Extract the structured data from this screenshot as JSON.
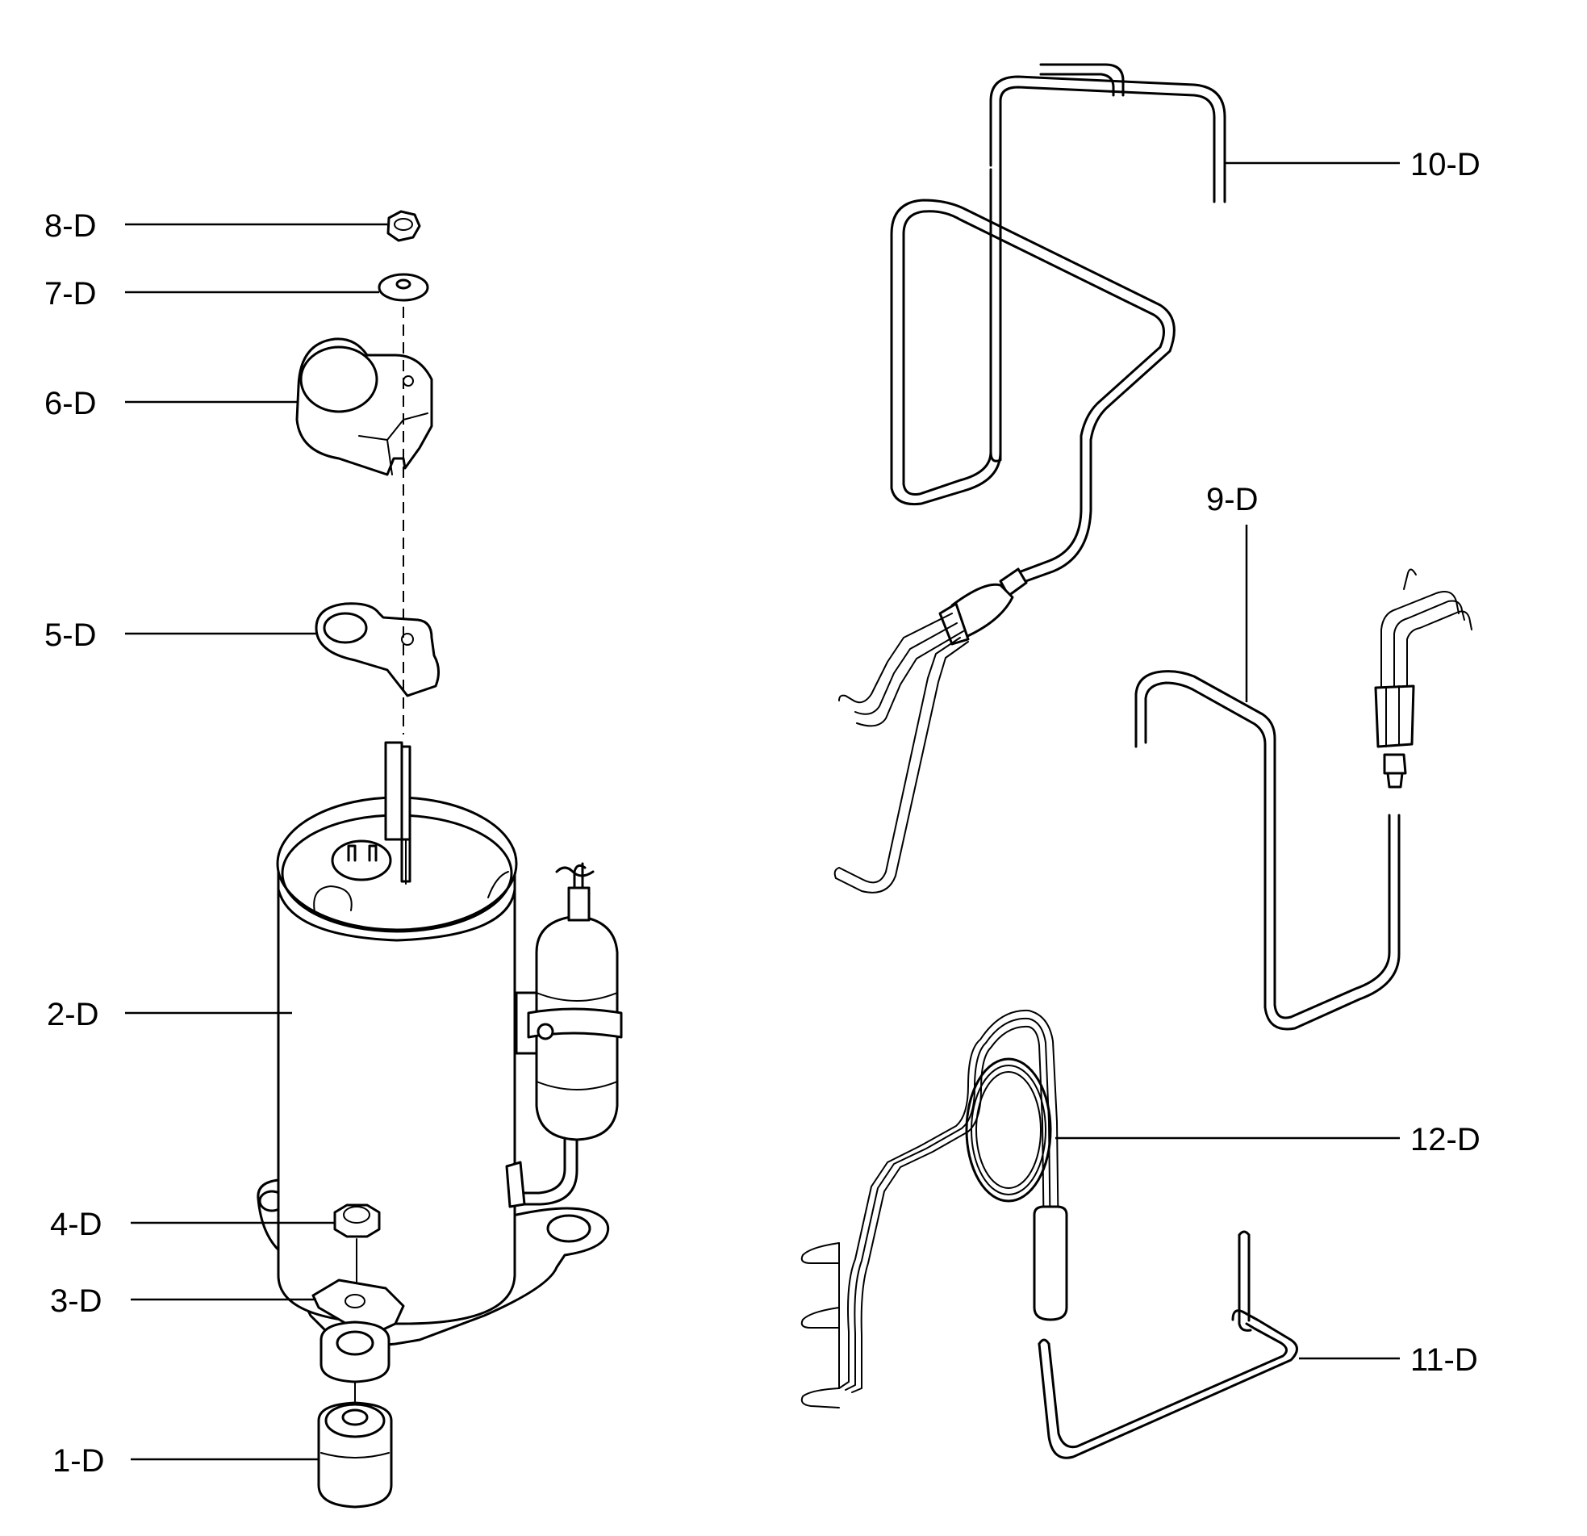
{
  "callouts": {
    "c1": "1-D",
    "c2": "2-D",
    "c3": "3-D",
    "c4": "4-D",
    "c5": "5-D",
    "c6": "6-D",
    "c7": "7-D",
    "c8": "8-D",
    "c9": "9-D",
    "c10": "10-D",
    "c11": "11-D",
    "c12": "12-D"
  },
  "colors": {
    "ink": "#000000",
    "background": "#ffffff"
  }
}
